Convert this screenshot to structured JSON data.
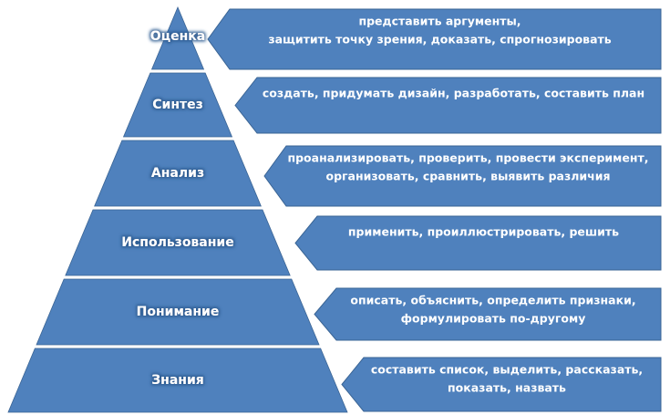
{
  "colors": {
    "fill": "#4f81bd",
    "stroke": "#3a6494",
    "text": "#ffffff"
  },
  "levels": [
    {
      "label": "Оценка",
      "description": [
        "представить аргументы,",
        "защитить точку зрения, доказать, спрогнозировать"
      ]
    },
    {
      "label": "Синтез",
      "description": [
        "создать, придумать дизайн, разработать, составить план"
      ]
    },
    {
      "label": "Анализ",
      "description": [
        "проанализировать, проверить, провести эксперимент,",
        "организовать, сравнить, выявить различия"
      ]
    },
    {
      "label": "Использование",
      "description": [
        "применить, проиллюстрировать, решить"
      ]
    },
    {
      "label": "Понимание",
      "description": [
        "описать, объяснить, определить признаки,",
        "формулировать по-другому"
      ]
    },
    {
      "label": "Знания",
      "description": [
        "составить список, выделить, рассказать,",
        "показать, назвать"
      ]
    }
  ]
}
